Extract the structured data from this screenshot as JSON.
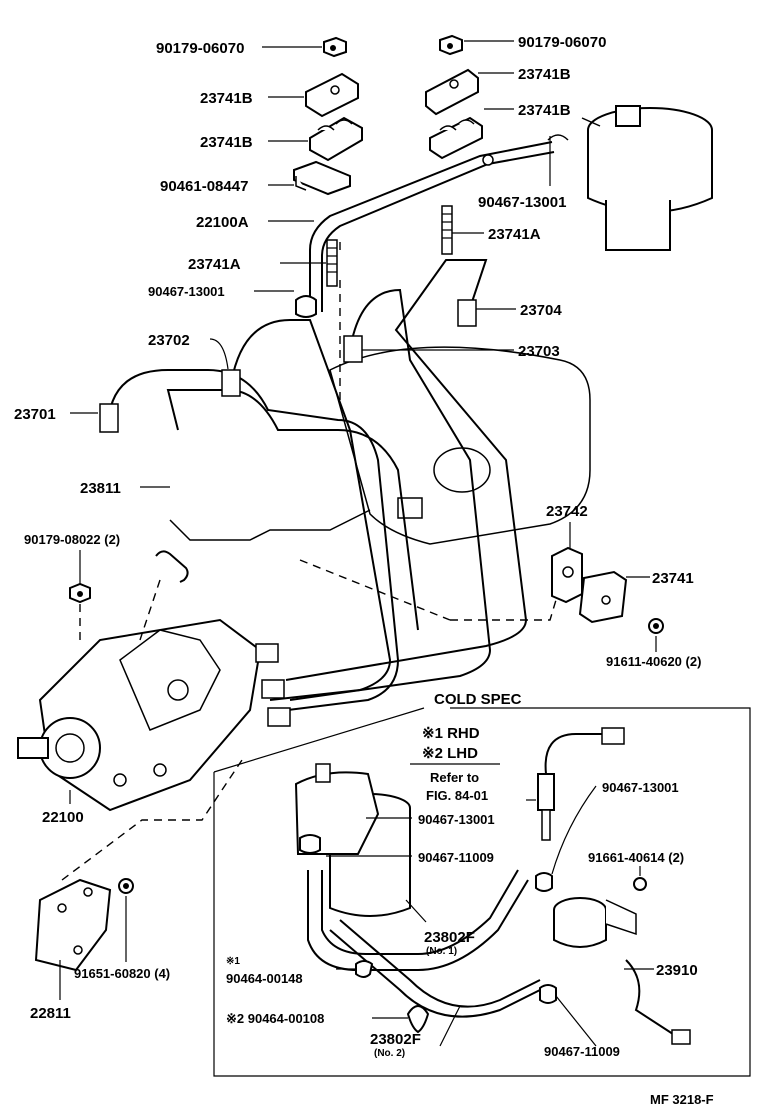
{
  "labels": {
    "p90179_06070_left": "90179-06070",
    "p90179_06070_right": "90179-06070",
    "p23741B_1": "23741B",
    "p23741B_2": "23741B",
    "p23741B_3": "23741B",
    "p23741B_4": "23741B",
    "p90461_08447": "90461-08447",
    "p22100A": "22100A",
    "p90467_13001_top": "90467-13001",
    "p23741A_left": "23741A",
    "p23741A_right": "23741A",
    "p90467_13001_mid": "90467-13001",
    "p23704": "23704",
    "p23702": "23702",
    "p23703": "23703",
    "p23701": "23701",
    "p23811": "23811",
    "p90179_08022": "90179-08022 (2)",
    "p23742": "23742",
    "p23741": "23741",
    "p91611_40620": "91611-40620 (2)",
    "p22100": "22100",
    "p22811": "22811",
    "p91651_60820": "91651-60820 (4)",
    "cs_90467_13001_a": "90467-13001",
    "cs_90467_13001_b": "90467-13001",
    "cs_90467_11009_a": "90467-11009",
    "cs_91661_40614": "91661-40614 (2)",
    "cs_23802F": "23802F",
    "cs_23802F_no1": "(No. 1)",
    "cs_23910": "23910",
    "cs_x1_mark": "※1",
    "cs_90464_00148": "90464-00148",
    "cs_90464_00108": "※2 90464-00108",
    "cs_23802F_2": "23802F",
    "cs_23802F_no2": "(No. 2)",
    "cs_90467_11009_b": "90467-11009"
  },
  "cold_spec": {
    "title": "COLD SPEC",
    "rhd": "※1 RHD",
    "lhd": "※2 LHD",
    "refer_1": "Refer to",
    "refer_2": "FIG. 84-01"
  },
  "footer": {
    "code": "MF 3218-F"
  },
  "icons": [
    "nut-icon",
    "clamp-icon",
    "fuel-filter-icon",
    "injection-pump-icon",
    "vacuum-valve-icon",
    "sensor-icon"
  ]
}
